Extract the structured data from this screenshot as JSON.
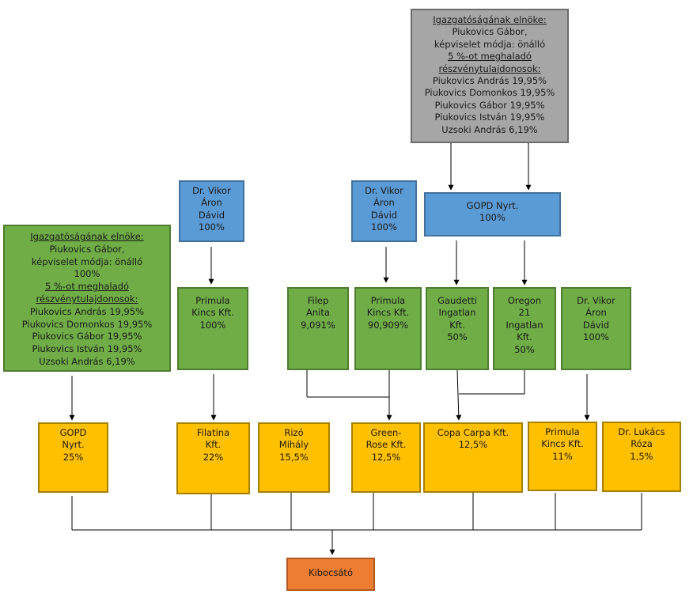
{
  "colors": {
    "gray": "#a6a6a6",
    "blue": "#5b9bd5",
    "green": "#70ad47",
    "yellow": "#ffc000",
    "orange": "#ed7d31"
  },
  "nodes": {
    "top_owner": {
      "lines": [
        {
          "text": "Igazgatóságának elnöke:",
          "underline": true
        },
        {
          "text": "Piukovics Gábor,"
        },
        {
          "text": "képviselet módja: önálló"
        },
        {
          "text": "5 %-ot meghaladó",
          "underline": true
        },
        {
          "text": "részvénytulajdonosok:",
          "underline": true
        },
        {
          "text": "Piukovics András 19,95%"
        },
        {
          "text": "Piukovics Domonkos 19,95%"
        },
        {
          "text": "Piukovics Gábor 19,95%"
        },
        {
          "text": "Piukovics István 19,95%"
        },
        {
          "text": "Uzsoki András 6,19%"
        }
      ]
    },
    "left_owner": {
      "lines": [
        {
          "text": "Igazgatóságának elnöke:",
          "underline": true
        },
        {
          "text": "Piukovics Gábor,"
        },
        {
          "text": "képviselet módja: önálló"
        },
        {
          "text": "100%"
        },
        {
          "text": "5 %-ot meghaladó",
          "underline": true
        },
        {
          "text": "részvénytulajdonosok:",
          "underline": true
        },
        {
          "text": "Piukovics András 19,95%"
        },
        {
          "text": "Piukovics Domonkos 19,95%"
        },
        {
          "text": "Piukovics Gábor 19,95%"
        },
        {
          "text": "Piukovics István 19,95%"
        },
        {
          "text": "Uzsoki András 6,19%"
        }
      ]
    },
    "vikor_1": {
      "lines": [
        {
          "text": "Dr. Vikor"
        },
        {
          "text": "Áron"
        },
        {
          "text": "Dávid"
        },
        {
          "text": "100%"
        }
      ]
    },
    "vikor_2": {
      "lines": [
        {
          "text": "Dr. Vikor"
        },
        {
          "text": "Áron"
        },
        {
          "text": "Dávid"
        },
        {
          "text": "100%"
        }
      ]
    },
    "gopd_nyrt_top": {
      "lines": [
        {
          "text": "GOPD Nyrt."
        },
        {
          "text": "100%"
        }
      ]
    },
    "primula_1": {
      "lines": [
        {
          "text": "Primula"
        },
        {
          "text": "Kincs Kft."
        },
        {
          "text": "100%"
        }
      ]
    },
    "filep": {
      "lines": [
        {
          "text": "Filep"
        },
        {
          "text": "Anita"
        },
        {
          "text": "9,091%"
        }
      ]
    },
    "primula_2": {
      "lines": [
        {
          "text": "Primula"
        },
        {
          "text": "Kincs Kft."
        },
        {
          "text": "90,909%"
        }
      ]
    },
    "gaudetti": {
      "lines": [
        {
          "text": "Gaudetti"
        },
        {
          "text": "Ingatlan"
        },
        {
          "text": "Kft."
        },
        {
          "text": "50%"
        }
      ]
    },
    "oregon": {
      "lines": [
        {
          "text": "Oregon"
        },
        {
          "text": "21"
        },
        {
          "text": "Ingatlan"
        },
        {
          "text": "Kft."
        },
        {
          "text": "50%"
        }
      ]
    },
    "vikor_3": {
      "lines": [
        {
          "text": "Dr. Vikor"
        },
        {
          "text": "Áron"
        },
        {
          "text": "Dávid"
        },
        {
          "text": "100%"
        }
      ]
    },
    "gopd_direct": {
      "lines": [
        {
          "text": "GOPD"
        },
        {
          "text": "Nyrt."
        },
        {
          "text": "25%"
        }
      ]
    },
    "filatina": {
      "lines": [
        {
          "text": "Filatina"
        },
        {
          "text": "Kft."
        },
        {
          "text": "22%"
        }
      ]
    },
    "rizo": {
      "lines": [
        {
          "text": "Rizó"
        },
        {
          "text": "Mihály"
        },
        {
          "text": "15,5%"
        }
      ]
    },
    "green_rose": {
      "lines": [
        {
          "text": "Green-"
        },
        {
          "text": "Rose Kft."
        },
        {
          "text": "12,5%"
        }
      ]
    },
    "copa_carpa": {
      "lines": [
        {
          "text": "Copa Carpa Kft."
        },
        {
          "text": "12,5%"
        }
      ]
    },
    "primula_direct": {
      "lines": [
        {
          "text": "Primula"
        },
        {
          "text": "Kincs Kft."
        },
        {
          "text": "11%"
        }
      ]
    },
    "lukacs": {
      "lines": [
        {
          "text": "Dr. Lukács"
        },
        {
          "text": "Róza"
        },
        {
          "text": "1,5%"
        }
      ]
    },
    "kibocsato": {
      "lines": [
        {
          "text": "Kibocsátó"
        }
      ]
    }
  }
}
